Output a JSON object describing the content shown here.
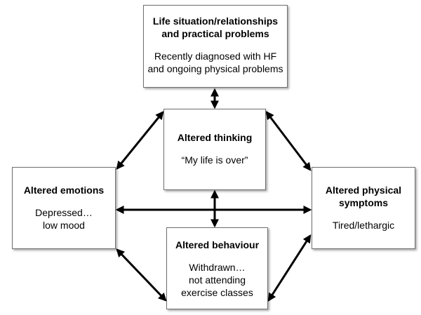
{
  "boxes": {
    "life": {
      "title_line1": "Life situation/relationships",
      "title_line2": "and practical problems",
      "text_line1": "Recently diagnosed with HF",
      "text_line2": "and ongoing physical problems"
    },
    "thinking": {
      "title": "Altered thinking",
      "text": "“My life is over”"
    },
    "emotions": {
      "title": "Altered emotions",
      "text_line1": "Depressed…",
      "text_line2": "low mood"
    },
    "physical": {
      "title_line1": "Altered physical",
      "title_line2": "symptoms",
      "text": "Tired/lethargic"
    },
    "behaviour": {
      "title": "Altered behaviour",
      "text_line1": "Withdrawn…",
      "text_line2": "not attending",
      "text_line3": "exercise classes"
    }
  },
  "colors": {
    "border": "#6f6f6f",
    "arrow": "#000000"
  }
}
